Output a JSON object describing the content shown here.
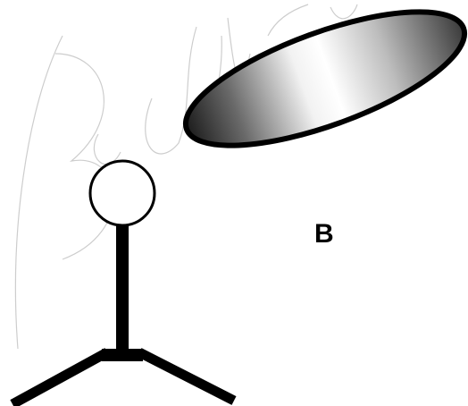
{
  "diagram": {
    "label": "B",
    "watermark_text": "Bodily",
    "colors": {
      "stroke": "#000000",
      "background": "#ffffff",
      "reflector_dark": "#1c1c1c",
      "reflector_light": "#ffffff",
      "watermark": "#c8c8c8"
    },
    "parts": [
      "reflector-disc",
      "light-head",
      "light-stand-pole",
      "tripod-legs"
    ]
  }
}
